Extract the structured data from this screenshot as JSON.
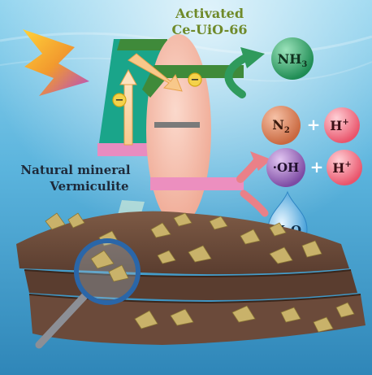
{
  "labels": {
    "title_line1": "Activated",
    "title_line2": "Ce-UiO-66",
    "mineral_line1": "Natural mineral",
    "mineral_line2": "Vermiculite"
  },
  "molecules": {
    "nh3": {
      "base": "NH",
      "sub": "3"
    },
    "n2": {
      "base": "N",
      "sub": "2"
    },
    "h_plus_1": {
      "base": "H",
      "sup": "+"
    },
    "oh": {
      "base": "·OH"
    },
    "h_plus_2": {
      "base": "H",
      "sup": "+"
    },
    "h2o": {
      "base": "H",
      "sub": "2",
      "tail": "O"
    },
    "plus_1": "+",
    "plus_2": "+"
  },
  "charges": {
    "minus_1": "−",
    "minus_2": "−"
  },
  "colors": {
    "sky_top": "#7cc7e6",
    "sky_bottom": "#2f8fc0",
    "title": "#6f8a2a",
    "mineral_text": "#1e2a3a",
    "band_teal": "#1aa58a",
    "band_green": "#3f8a3a",
    "band_pink": "#e98bbd",
    "ellipse": "#f3b8a5",
    "nh3_ball": "#2fa46b",
    "n2_ball": "#d9805e",
    "h_ball": "#f06b7a",
    "oh_ball": "#8e5fb0",
    "water_drop": "#6fb9e6",
    "rock": "#6b4a3a",
    "crystal": "#c9b26a",
    "lens_ring": "#2a66a8"
  },
  "icons": [
    "lightning-icon",
    "magnifier-icon",
    "water-drop-icon",
    "crystal-icon"
  ]
}
